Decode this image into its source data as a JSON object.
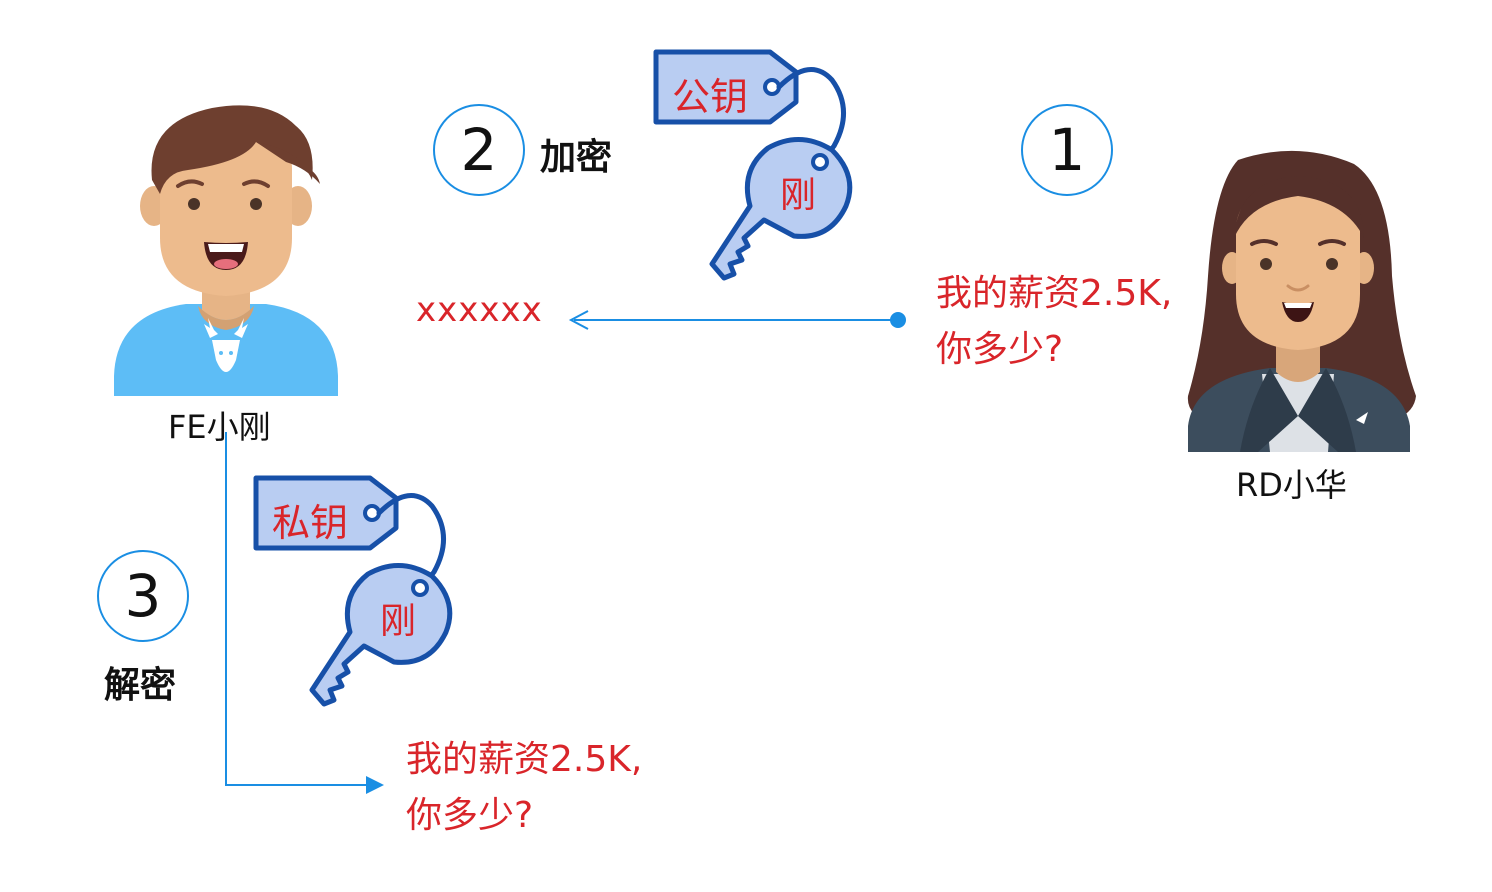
{
  "steps": [
    {
      "number": "1",
      "label": ""
    },
    {
      "number": "2",
      "label": "加密"
    },
    {
      "number": "3",
      "label": "解密"
    }
  ],
  "people": {
    "fe": {
      "name": "FE小刚"
    },
    "rd": {
      "name": "RD小华"
    }
  },
  "keys": {
    "public": {
      "tag": "公钥",
      "owner": "刚"
    },
    "private": {
      "tag": "私钥",
      "owner": "刚"
    }
  },
  "messages": {
    "plaintext_line1": "我的薪资2.5K,",
    "plaintext_line2": "你多少?",
    "ciphertext": "xxxxxx"
  },
  "colors": {
    "accent_blue": "#1a8ee3",
    "key_fill": "#b9cdf2",
    "key_stroke": "#1750a8",
    "text_red": "#d9252a",
    "shirt_blue": "#5dbdf6"
  }
}
